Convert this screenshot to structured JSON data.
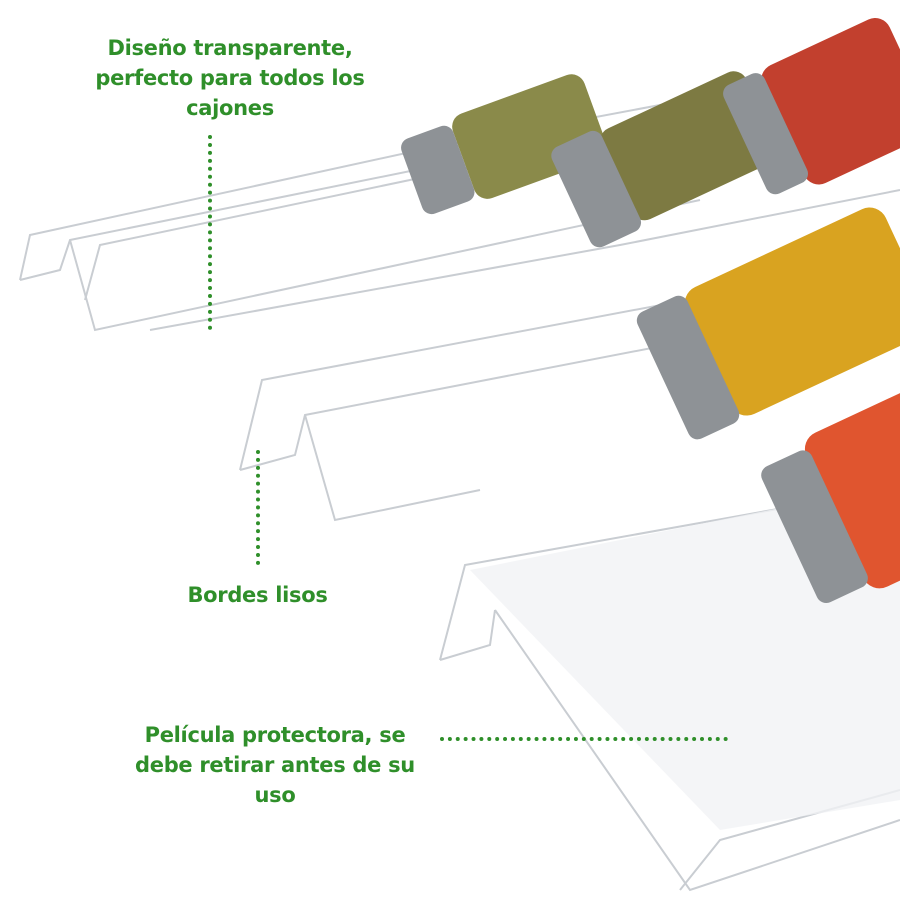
{
  "callouts": {
    "transparent_design": [
      "Diseño transparente,",
      "perfecto para todos los",
      "cajones"
    ],
    "smooth_edges": [
      "Bordes lisos"
    ],
    "protective_film": [
      "Película protectora, se",
      "debe retirar antes de su",
      "uso"
    ]
  },
  "colors": {
    "callout_text": "#2f8f2a",
    "jar_cap": "#8e9296",
    "spice_herb": "#8a8a4a",
    "spice_red": "#c2402e",
    "spice_yellow": "#d9a320",
    "spice_orange": "#e0552f"
  }
}
